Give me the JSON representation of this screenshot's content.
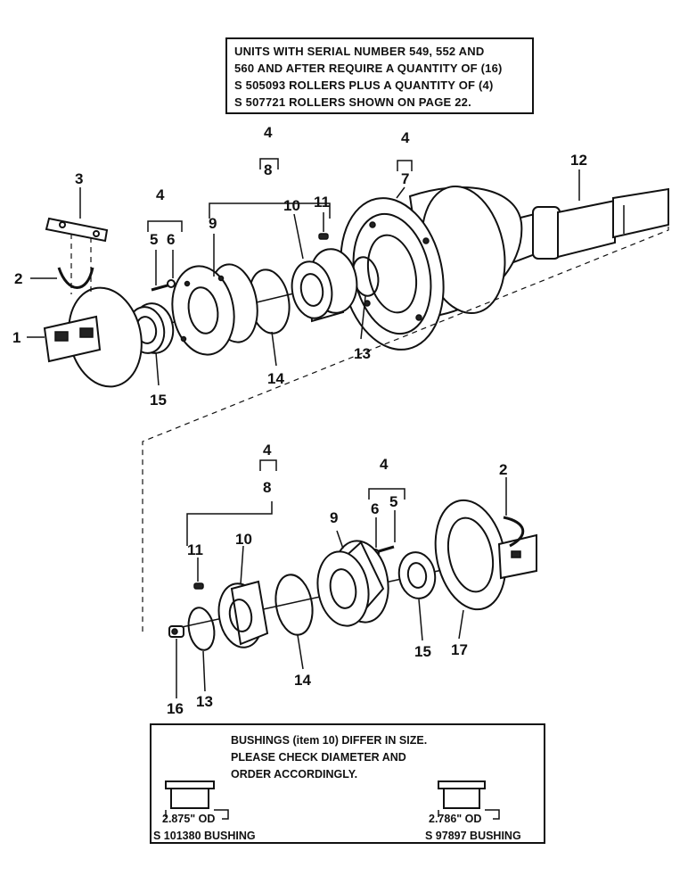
{
  "top_note": {
    "lines": [
      "UNITS WITH SERIAL NUMBER 549, 552 AND",
      "560 AND AFTER REQUIRE A QUANTITY OF (16)",
      "S 505093 ROLLERS PLUS A QUANTITY OF (4)",
      "S 507721 ROLLERS SHOWN ON PAGE  22."
    ]
  },
  "callouts": {
    "top": {
      "n1": "1",
      "n2": "2",
      "n3": "3",
      "n4a": "4",
      "n5": "5",
      "n6": "6",
      "n9": "9",
      "n4b": "4",
      "n8": "8",
      "n10": "10",
      "n11": "11",
      "n4c": "4",
      "n7": "7",
      "n12": "12",
      "n13": "13",
      "n14": "14",
      "n15": "15"
    },
    "bottom": {
      "n4a": "4",
      "n8": "8",
      "n4b": "4",
      "n6": "6",
      "n5": "5",
      "n2": "2",
      "n9": "9",
      "n10": "10",
      "n11": "11",
      "n16": "16",
      "n13": "13",
      "n14": "14",
      "n15": "15",
      "n17": "17"
    }
  },
  "bushing_note": {
    "lines": [
      "BUSHINGS (item 10) DIFFER IN SIZE.",
      "PLEASE CHECK DIAMETER AND",
      "ORDER ACCORDINGLY."
    ],
    "left_od": "2.875\" OD",
    "left_part": "S 101380 BUSHING",
    "right_od": "2.786\" OD",
    "right_part": "S 97897 BUSHING"
  }
}
